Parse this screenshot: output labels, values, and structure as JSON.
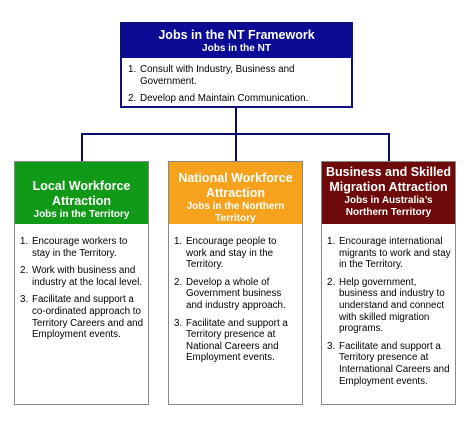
{
  "top": {
    "title": "Jobs in the NT Framework",
    "subtitle": "Jobs in the NT",
    "items": [
      {
        "num": "1.",
        "text": "Consult with Industry, Business and Government."
      },
      {
        "num": "2.",
        "text": "Develop and Maintain Communication."
      }
    ]
  },
  "columns": [
    {
      "title": "Local Workforce Attraction",
      "subtitle": "Jobs in the Territory",
      "color": "#119a17",
      "items": [
        {
          "num": "1.",
          "text": "Encourage workers to stay in the Territory."
        },
        {
          "num": "2.",
          "text": "Work with business and industry at the local level."
        },
        {
          "num": "3.",
          "text": "Facilitate and support a co-ordinated approach to Territory Careers and and Employment events."
        }
      ]
    },
    {
      "title": "National Workforce Attraction",
      "subtitle": "Jobs in the Northern Territory",
      "color": "#f7a21c",
      "items": [
        {
          "num": "1.",
          "text": "Encourage people to work and stay in the Territory."
        },
        {
          "num": "2.",
          "text": "Develop a whole of Government business and industry approach."
        },
        {
          "num": "3.",
          "text": "Facilitate and support a Territory presence at National Careers and Employment events."
        }
      ]
    },
    {
      "title": "Business and Skilled Migration Attraction",
      "subtitle": "Jobs in Australia’s Northern Territory",
      "color": "#6e0a0a",
      "items": [
        {
          "num": "1.",
          "text": "Encourage international migrants to work and stay in the Territory."
        },
        {
          "num": "2.",
          "text": "Help government, business and industry to understand and connect with skilled migration programs."
        },
        {
          "num": "3.",
          "text": "Facilitate and support a Territory presence at International Careers and Employment events."
        }
      ]
    }
  ]
}
